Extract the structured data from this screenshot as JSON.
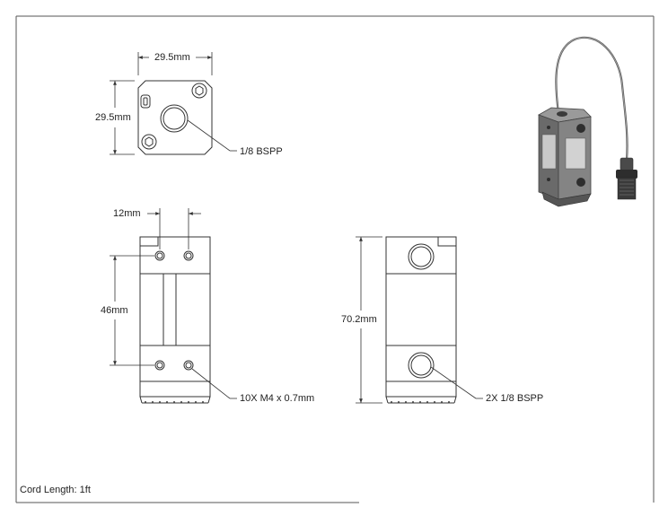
{
  "dimensions": {
    "top_width": "29.5mm",
    "top_height": "29.5mm",
    "hole_spacing": "12mm",
    "mount_spacing": "46mm",
    "overall_length": "70.2mm"
  },
  "callouts": {
    "top_port": "1/8 BSPP",
    "threads": "10X M4 x 0.7mm",
    "ports": "2X 1/8 BSPP"
  },
  "notes": {
    "cord_length": "Cord Length: 1ft"
  }
}
